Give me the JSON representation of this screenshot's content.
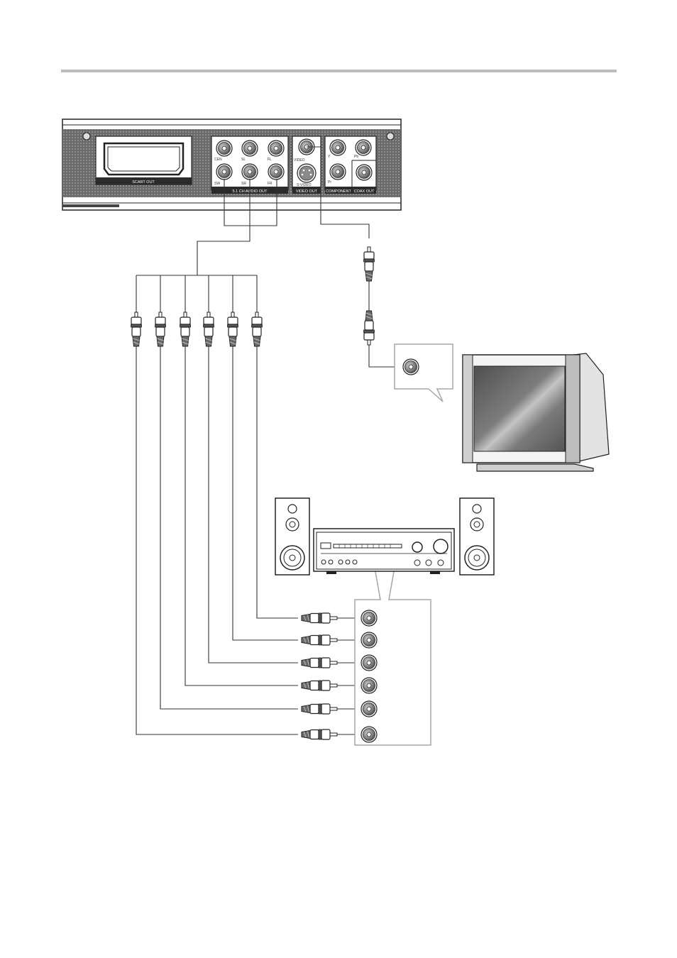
{
  "panel": {
    "scart_label": "SCART OUT",
    "audio_group_label": "5.1 CH AUDIO OUT",
    "video_group_label": "VIDEO OUT",
    "component_label": "COMPONENT",
    "coax_label": "COAX OUT",
    "jacks": {
      "cen": "CEN",
      "sl": "SL",
      "fl": "FL",
      "sw": "SW",
      "sr": "SR",
      "fr": "FR",
      "video": "VIDEO",
      "svideo": "S-VIDEO",
      "y": "Y",
      "pb": "Pb",
      "pr": "Pr"
    }
  },
  "colors": {
    "rule": "#bdbdbd",
    "panel_dark": "#2b2b2b",
    "jack_gray": "#8a8a8a",
    "tv_screen": "#6e6e6e",
    "wire": "#333333"
  }
}
